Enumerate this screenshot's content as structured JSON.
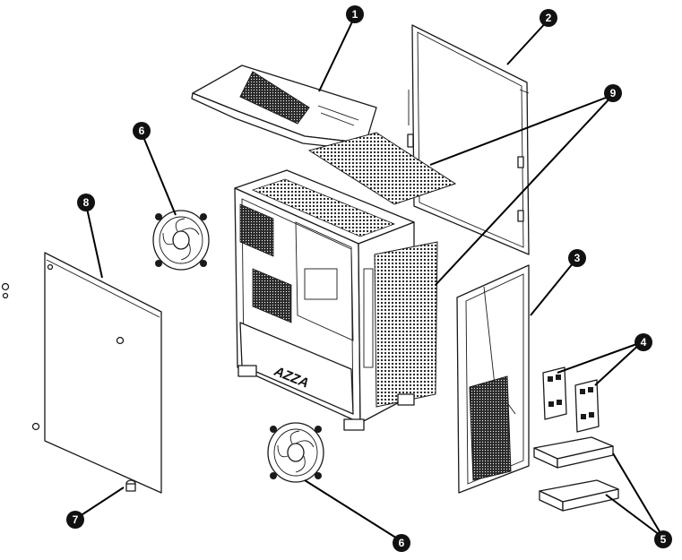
{
  "colors": {
    "line": "#1a1a1a",
    "callout_fill": "#111111",
    "callout_text": "#ffffff",
    "background": "#ffffff"
  },
  "brand_logo": "AZZA",
  "parts": [
    {
      "name": "top-panel",
      "icon": "top-panel-icon"
    },
    {
      "name": "glass-side-panel",
      "icon": "glass-panel-icon"
    },
    {
      "name": "front-panel",
      "icon": "front-panel-icon"
    },
    {
      "name": "ssd-bracket",
      "icon": "ssd-bracket-icon"
    },
    {
      "name": "hdd-tray",
      "icon": "hdd-tray-icon"
    },
    {
      "name": "fan",
      "icon": "fan-icon"
    },
    {
      "name": "thumbscrew",
      "icon": "thumbscrew-icon"
    },
    {
      "name": "right-side-panel",
      "icon": "side-panel-icon"
    },
    {
      "name": "dust-filter",
      "icon": "dust-filter-icon"
    }
  ],
  "callouts": [
    {
      "id": "1",
      "label": "1"
    },
    {
      "id": "2",
      "label": "2"
    },
    {
      "id": "3",
      "label": "3"
    },
    {
      "id": "4",
      "label": "4"
    },
    {
      "id": "5",
      "label": "5"
    },
    {
      "id": "6a",
      "label": "6"
    },
    {
      "id": "6b",
      "label": "6"
    },
    {
      "id": "7",
      "label": "7"
    },
    {
      "id": "8",
      "label": "8"
    },
    {
      "id": "9",
      "label": "9"
    }
  ]
}
